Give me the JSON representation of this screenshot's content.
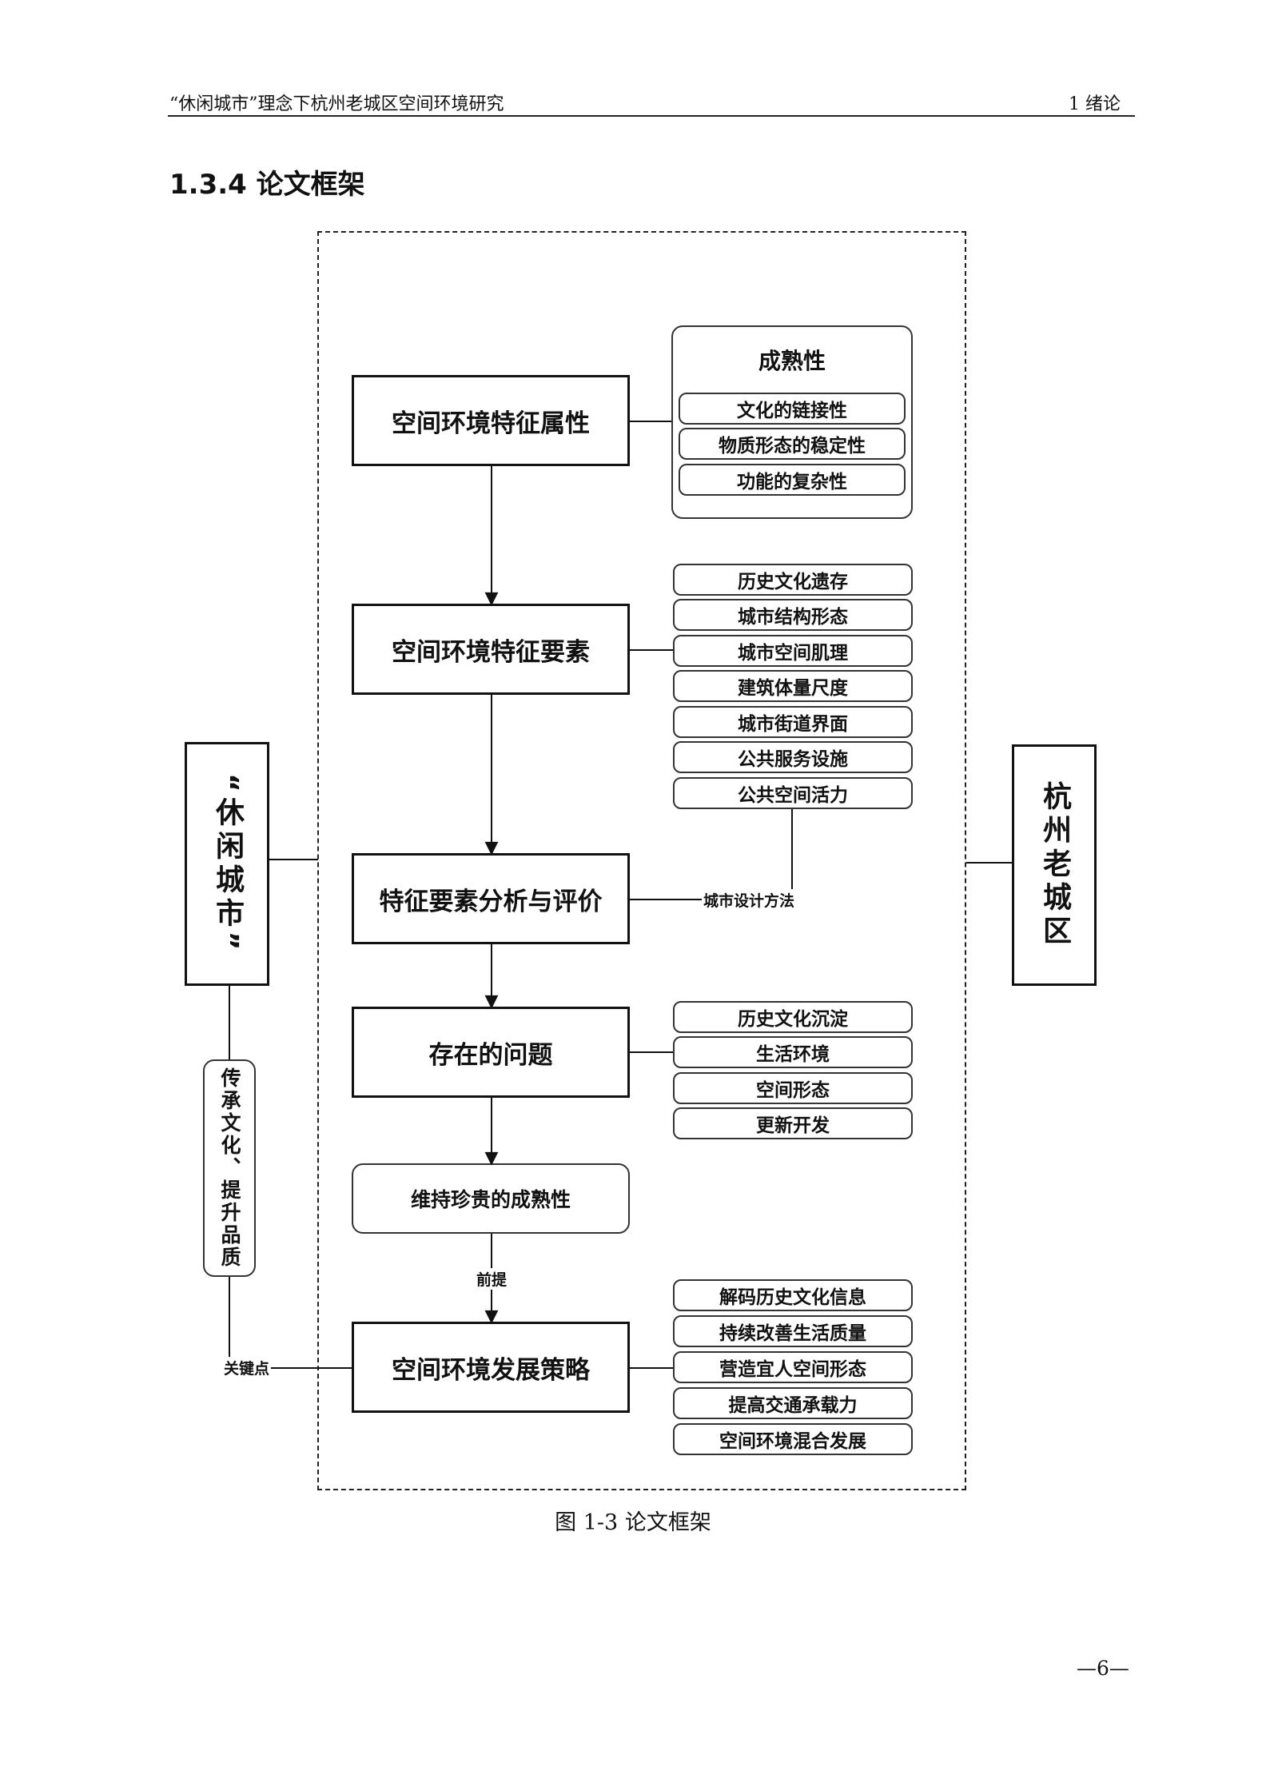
{
  "header": {
    "left_title": "“休闲城市”理念下杭州老城区空间环境研究",
    "right_title": "1 绪论"
  },
  "section_title": "1.3.4 论文框架",
  "diagram": {
    "left_side_label": "“休闲城市”",
    "right_side_label": "杭州老城区",
    "left_pill_label": "传承文化、提升品质",
    "main_steps": [
      "空间环境特征属性",
      "空间环境特征要素",
      "特征要素分析与评价",
      "存在的问题",
      "维持珍贵的成熟性",
      "空间环境发展策略"
    ],
    "maturity_group": {
      "title": "成熟性",
      "items": [
        "文化的链接性",
        "物质形态的稳定性",
        "功能的复杂性"
      ]
    },
    "elements": [
      "历史文化遗存",
      "城市结构形态",
      "城市空间肌理",
      "建筑体量尺度",
      "城市街道界面",
      "公共服务设施",
      "公共空间活力"
    ],
    "problems": [
      "历史文化沉淀",
      "生活环境",
      "空间形态",
      "更新开发"
    ],
    "strategies": [
      "解码历史文化信息",
      "持续改善生活质量",
      "营造宜人空间形态",
      "提高交通承载力",
      "空间环境混合发展"
    ],
    "method_label": "城市设计方法",
    "premise_label": "前提",
    "key_point_label": "关键点"
  },
  "caption": "图 1-3  论文框架",
  "page_number": "—6—"
}
